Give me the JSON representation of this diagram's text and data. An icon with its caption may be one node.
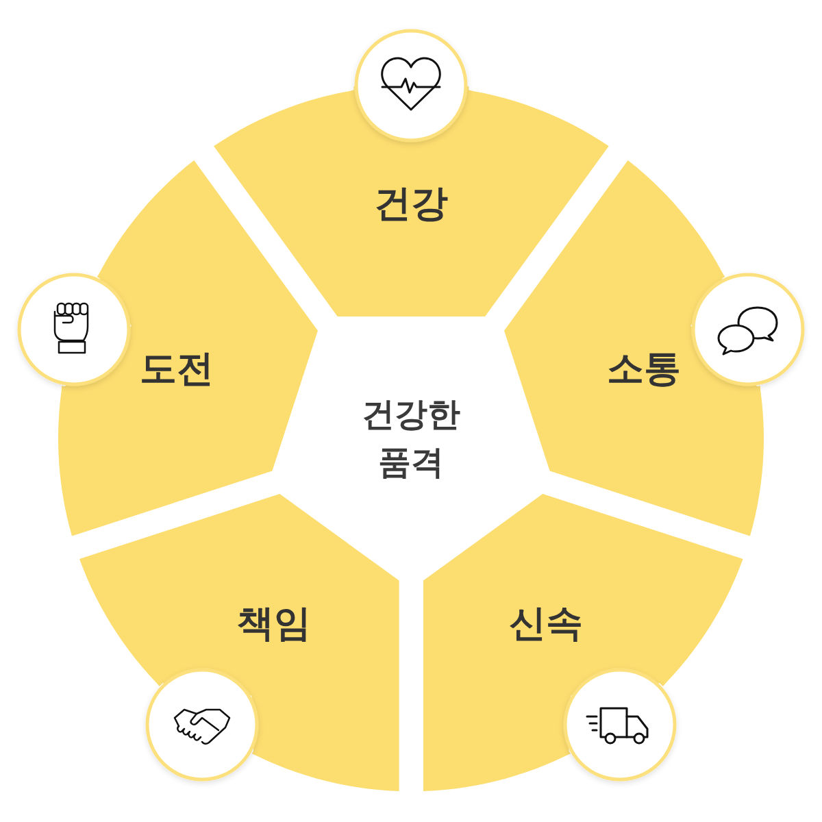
{
  "diagram": {
    "nodes": [
      {
        "text": [
          "건강한 품격"
        ]
      },
      {
        "text": [
          "건강"
        ]
      },
      {
        "text": [
          "소통"
        ]
      },
      {
        "text": [
          "신속"
        ]
      },
      {
        "text": [
          "책임"
        ]
      },
      {
        "text": [
          "도전"
        ]
      }
    ]
  }
}
